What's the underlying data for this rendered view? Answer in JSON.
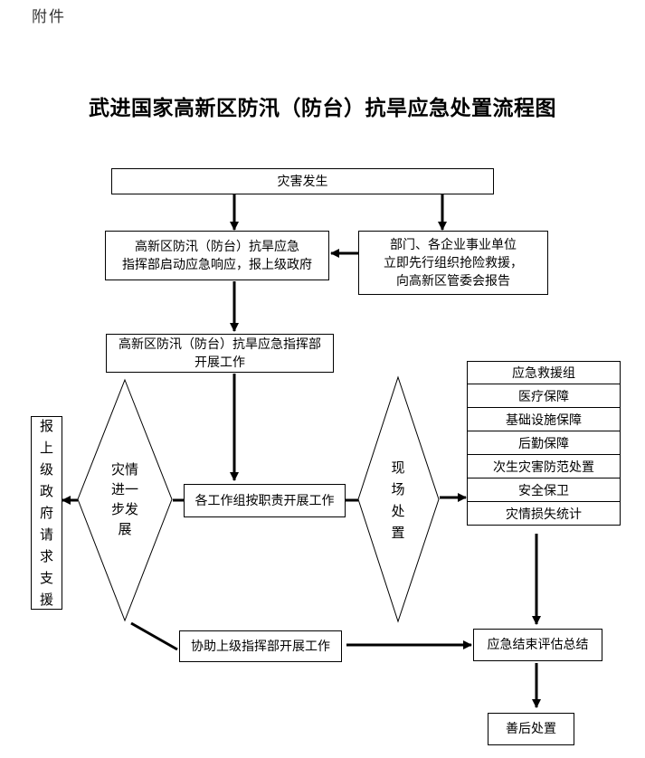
{
  "header": {
    "attachment": "附件"
  },
  "title": "武进国家高新区防汛（防台）抗旱应急处置流程图",
  "nodes": {
    "disaster": "灾害发生",
    "command_start": [
      "高新区防汛（防台）抗旱应急",
      "指挥部启动应急响应，报上级政府"
    ],
    "units_rescue": [
      "部门、各企业事业单位",
      "立即先行组织抢险救援，",
      "向高新区管委会报告"
    ],
    "command_work": [
      "高新区防汛（防台）抗旱应急指挥部",
      "开展工作"
    ],
    "groups_work": "各工作组按职责开展工作",
    "report_upper": [
      "报",
      "上",
      "级",
      "政",
      "府",
      "请",
      "求",
      "支",
      "援"
    ],
    "assist_upper": "协助上级指挥部开展工作",
    "end_eval": "应急结束评估总结",
    "aftermath": "善后处置"
  },
  "decisions": {
    "disaster_develop": [
      "灾情",
      "进一",
      "步发",
      "展"
    ],
    "onsite": [
      "现",
      "场",
      "处",
      "置"
    ]
  },
  "task_groups": [
    "应急救援组",
    "医疗保障",
    "基础设施保障",
    "后勤保障",
    "次生灾害防范处置",
    "安全保卫",
    "灾情损失统计"
  ]
}
